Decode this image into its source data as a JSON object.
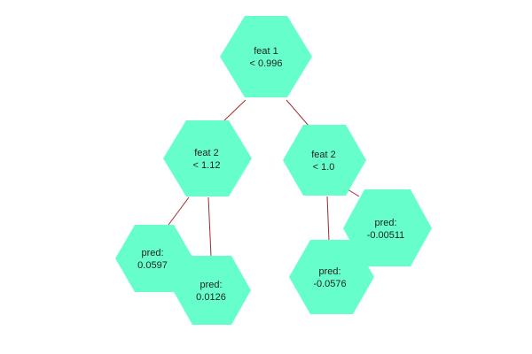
{
  "colors": {
    "node_fill": "#66ffcc",
    "edge": "#a52a2a"
  },
  "tree": {
    "root": {
      "line1": "feat 1",
      "line2": "< 0.996"
    },
    "left": {
      "line1": "feat 2",
      "line2": "< 1.12"
    },
    "right": {
      "line1": "feat 2",
      "line2": "< 1.0"
    },
    "leaf_ll": {
      "line1": "pred:",
      "line2": "0.0597"
    },
    "leaf_lr": {
      "line1": "pred:",
      "line2": "0.0126"
    },
    "leaf_rl": {
      "line1": "pred:",
      "line2": "-0.0576"
    },
    "leaf_rr": {
      "line1": "pred:",
      "line2": "-0.00511"
    }
  }
}
